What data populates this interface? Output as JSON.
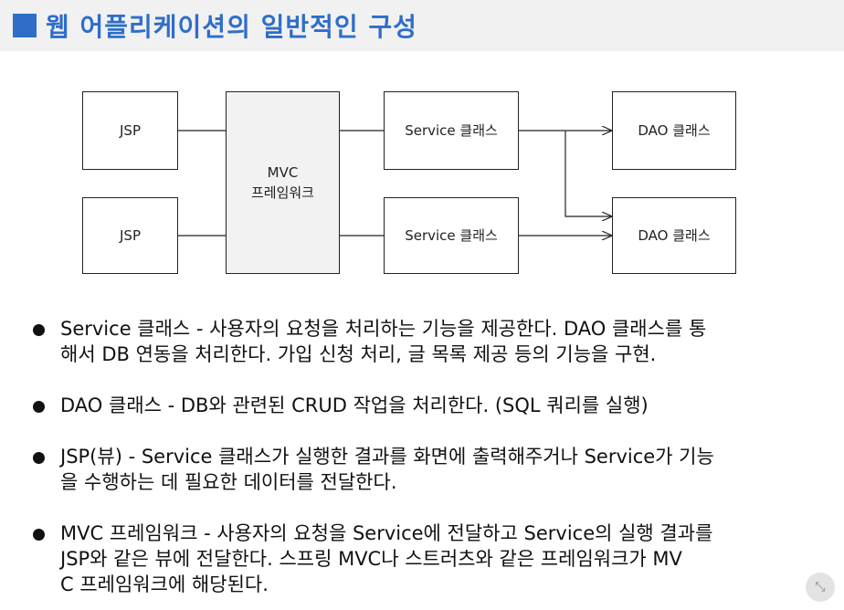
{
  "title": "웹 어플리케이션의 일반적인 구성",
  "diagram": {
    "jsp1": "JSP",
    "jsp2": "JSP",
    "mvc_line1": "MVC",
    "mvc_line2": "프레임워크",
    "service1": "Service 클래스",
    "service2": "Service 클래스",
    "dao1": "DAO 클래스",
    "dao2": "DAO 클래스"
  },
  "bullets": [
    {
      "line1": "Service 클래스 - 사용자의 요청을 처리하는 기능을 제공한다. DAO 클래스를 통",
      "line2": "해서 DB 연동을 처리한다. 가입 신청 처리, 글 목록 제공 등의 기능을 구현."
    },
    {
      "line1": "DAO 클래스 - DB와 관련된 CRUD 작업을 처리한다. (SQL 쿼리를 실행)",
      "line2": ""
    },
    {
      "line1": "JSP(뷰) - Service 클래스가 실행한 결과를 화면에 출력해주거나 Service가 기능",
      "line2": "을 수행하는 데 필요한 데이터를 전달한다."
    },
    {
      "line1": "MVC 프레임워크 - 사용자의 요청을 Service에 전달하고 Service의 실행 결과를",
      "line2": "JSP와 같은 뷰에 전달한다. 스프링 MVC나 스트러츠와 같은 프레임워크가 MV",
      "line3": "C 프레임워크에 해당된다."
    }
  ],
  "colors": {
    "title": "#2e6ec9",
    "title_bar": "#f1f1f1",
    "box_border": "#222222",
    "mvc_fill": "#f2f2f2"
  },
  "icons": {
    "corner": "collapse-arrows-icon"
  }
}
